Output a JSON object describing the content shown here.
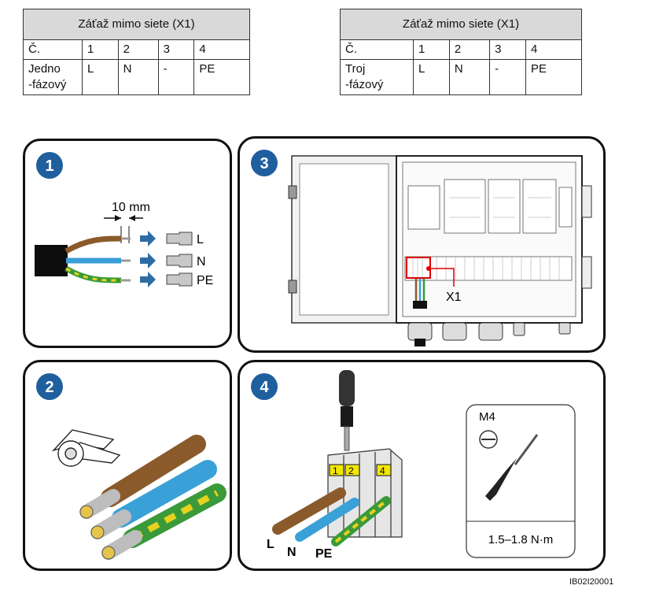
{
  "table_single": {
    "header": "Záťaž mimo siete (X1)",
    "row_no": [
      "Č.",
      "1",
      "2",
      "3",
      "4"
    ],
    "row_type_line1": "Jedno",
    "row_type_line2": "-fázový",
    "row_values": [
      "L",
      "N",
      "-",
      "PE"
    ]
  },
  "table_three": {
    "header": "Záťaž mimo siete (X1)",
    "row_no": [
      "Č.",
      "1",
      "2",
      "3",
      "4"
    ],
    "row_type_line1": "Troj",
    "row_type_line2": "-fázový",
    "row_values": [
      "L",
      "N",
      "-",
      "PE"
    ]
  },
  "step1": {
    "number": "1",
    "strip_length": "10 mm",
    "labels": [
      "L",
      "N",
      "PE"
    ]
  },
  "step2": {
    "number": "2"
  },
  "step3": {
    "number": "3",
    "callout": "X1"
  },
  "step4": {
    "number": "4",
    "terminal_numbers": [
      "1",
      "2",
      "4"
    ],
    "wire_labels": [
      "L",
      "N",
      "PE"
    ],
    "screw_size": "M4",
    "torque": "1.5–1.8 N·m"
  },
  "figure_id": "IB02I20001",
  "colors": {
    "step_badge": "#1f5f9e",
    "arrow": "#2e6da4",
    "brown": "#8b5a2b",
    "blue": "#3aa0d8",
    "yellow": "#e6d21e",
    "green": "#3a9a3a",
    "callout": "#e00000",
    "terminal_yellow": "#f2e600"
  }
}
